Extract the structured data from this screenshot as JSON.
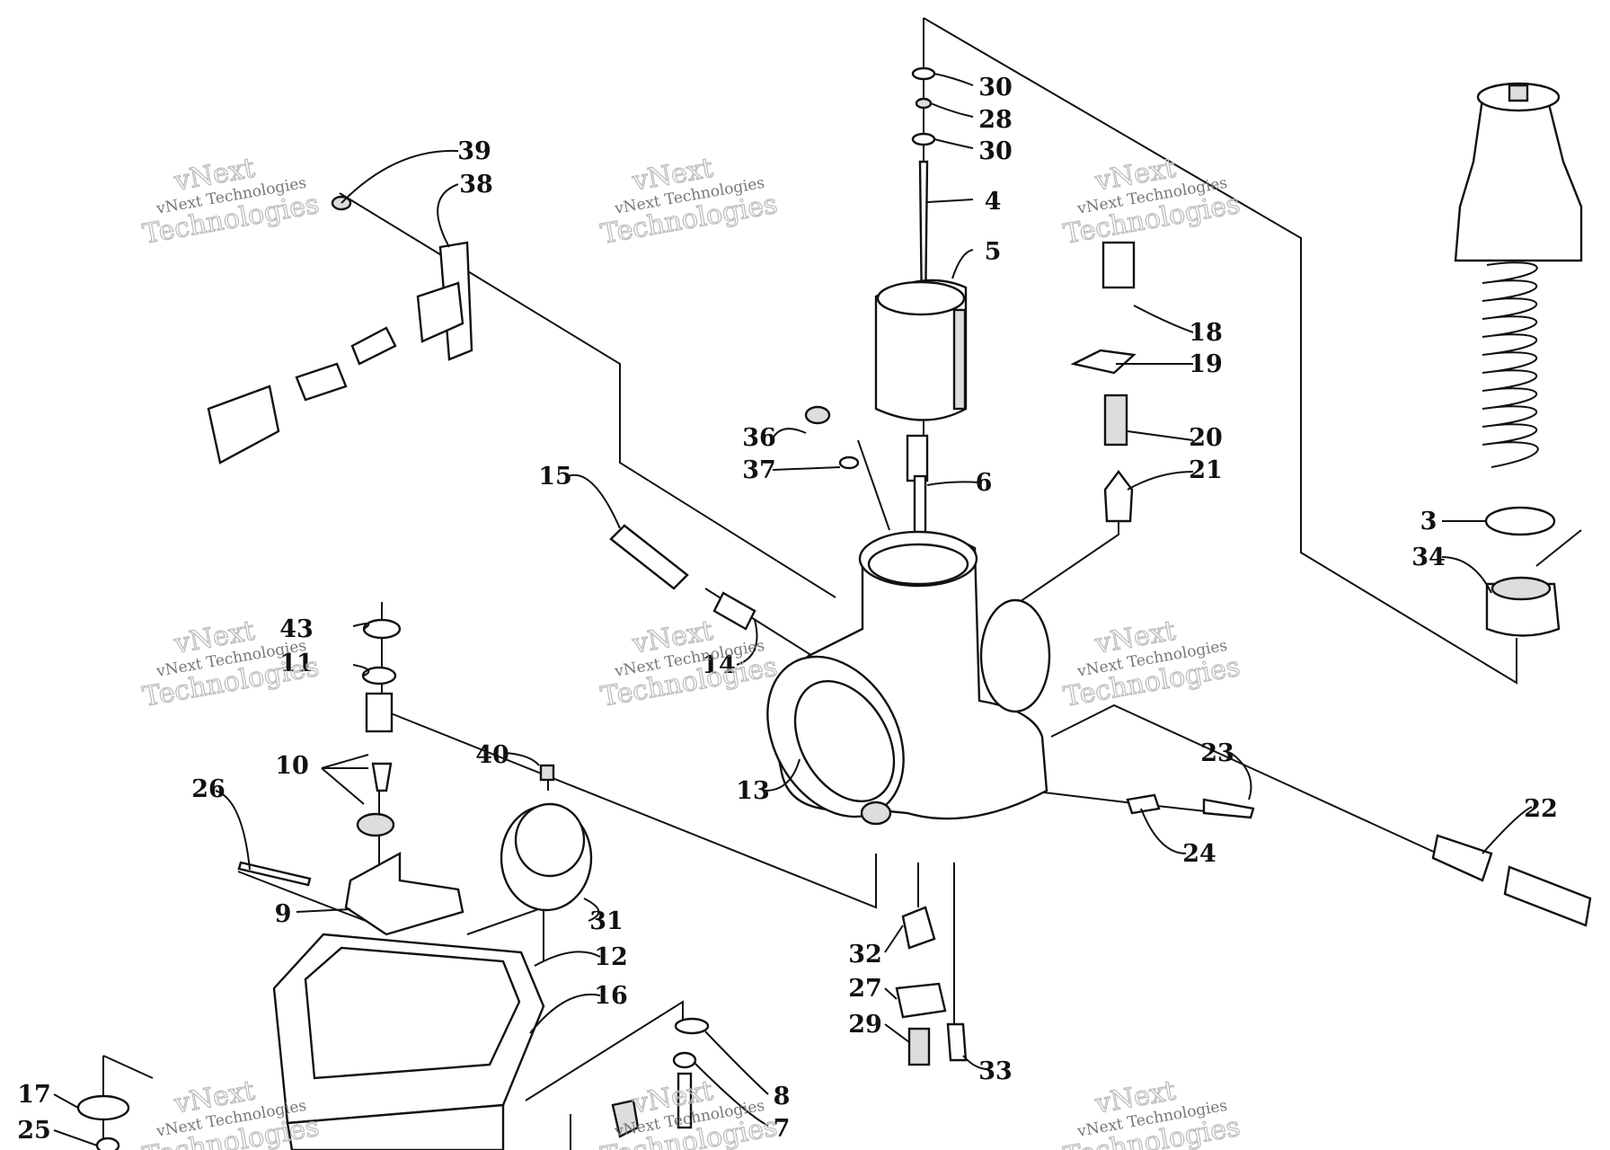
{
  "diagram": {
    "part_numbers": [
      "30",
      "28",
      "30",
      "4",
      "5",
      "39",
      "38",
      "18",
      "19",
      "20",
      "21",
      "36",
      "37",
      "6",
      "15",
      "14",
      "43",
      "11",
      "10",
      "26",
      "40",
      "13",
      "23",
      "22",
      "24",
      "9",
      "31",
      "12",
      "16",
      "32",
      "27",
      "29",
      "33",
      "8",
      "7",
      "17",
      "25",
      "3",
      "34"
    ],
    "watermark": {
      "line1": "vNext Technologies",
      "line2": "Technologies",
      "brand": "vNext"
    }
  }
}
